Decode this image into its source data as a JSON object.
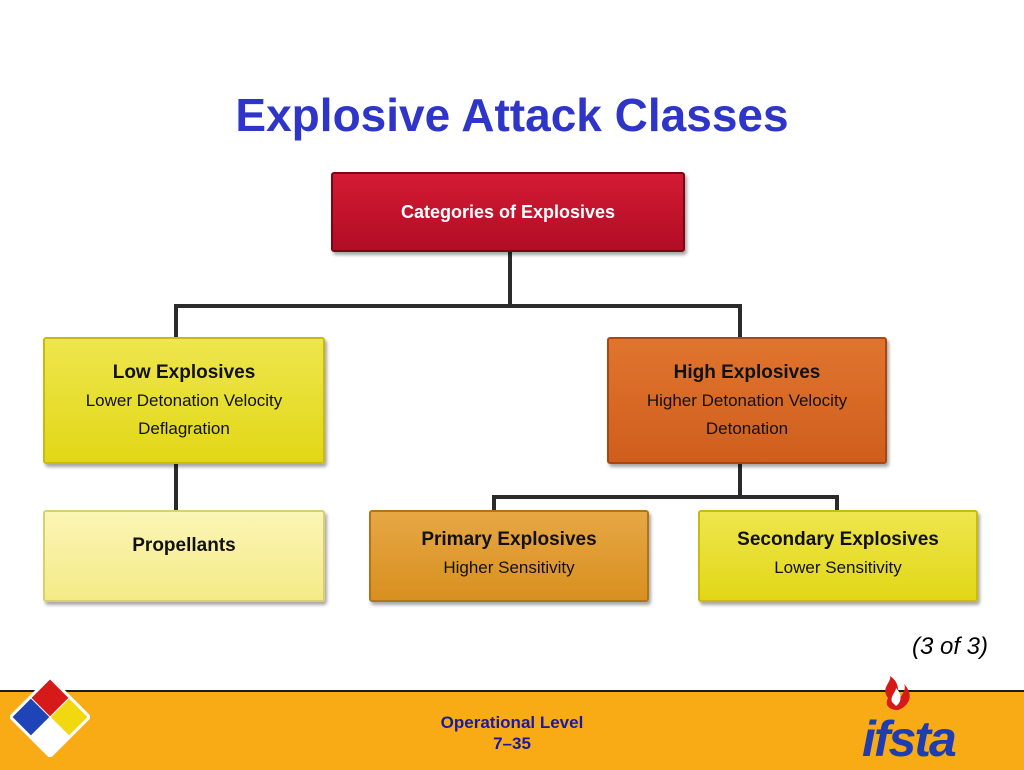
{
  "slide": {
    "title": "Explosive Attack Classes",
    "page_counter": "(3 of 3)"
  },
  "diagram": {
    "root": {
      "title": "Categories of Explosives"
    },
    "low": {
      "title": "Low Explosives",
      "line1": "Lower Detonation Velocity",
      "line2": "Deflagration"
    },
    "high": {
      "title": "High Explosives",
      "line1": "Higher Detonation Velocity",
      "line2": "Detonation"
    },
    "propellants": {
      "title": "Propellants"
    },
    "primary": {
      "title": "Primary Explosives",
      "line1": "Higher Sensitivity"
    },
    "secondary": {
      "title": "Secondary Explosives",
      "line1": "Lower Sensitivity"
    }
  },
  "footer": {
    "line1": "Operational Level",
    "line2": "7–35",
    "logo_text": "ifsta"
  },
  "colors": {
    "title": "#2f35c8",
    "root_box": "#c4122c",
    "low_box": "#e6dc2a",
    "high_box": "#d8671f",
    "primary_box": "#df9b2e",
    "propellants_box": "#f7f0a0",
    "footer_bar": "#f9ab16",
    "footer_text": "#1a1aa0"
  }
}
